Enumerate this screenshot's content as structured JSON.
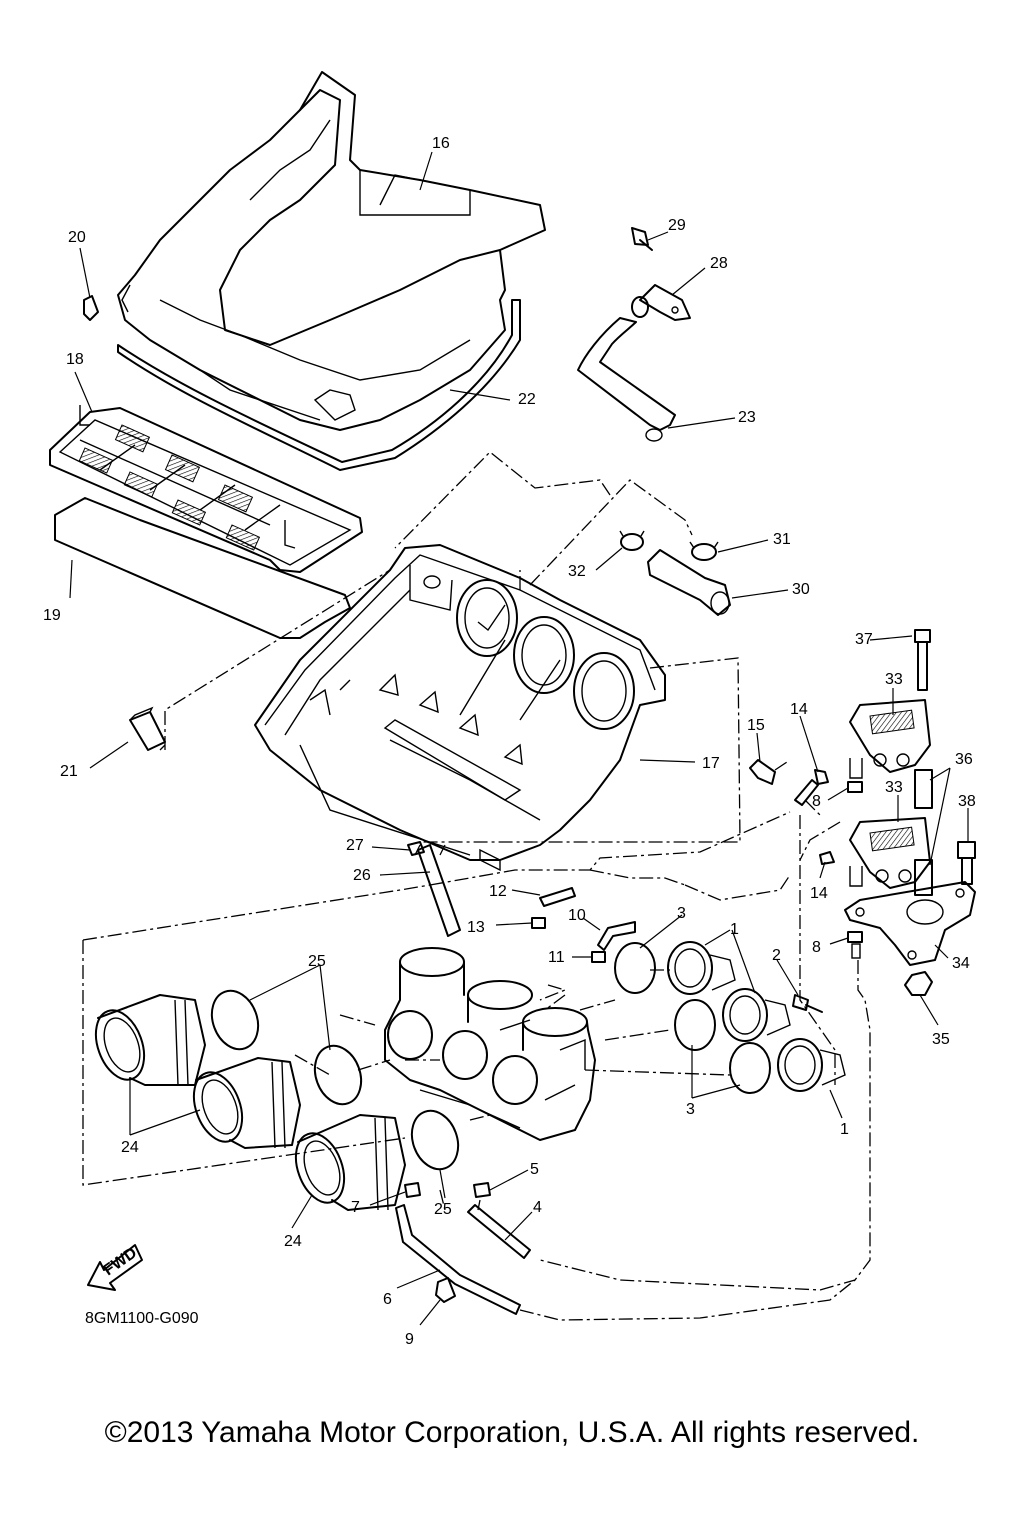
{
  "drawing_code": "8GM1100-G090",
  "fwd_badge": "FWD",
  "copyright": "©2013 Yamaha Motor Corporation, U.S.A. All rights reserved.",
  "callouts": {
    "c1a": "1",
    "c1b": "1",
    "c2": "2",
    "c3a": "3",
    "c3b": "3",
    "c4": "4",
    "c5": "5",
    "c6": "6",
    "c7": "7",
    "c8a": "8",
    "c8b": "8",
    "c9": "9",
    "c10": "10",
    "c11": "11",
    "c12": "12",
    "c13": "13",
    "c14a": "14",
    "c14b": "14",
    "c15": "15",
    "c16": "16",
    "c17": "17",
    "c18": "18",
    "c19": "19",
    "c20": "20",
    "c21": "21",
    "c22": "22",
    "c23": "23",
    "c24a": "24",
    "c24b": "24",
    "c25a": "25",
    "c25b": "25",
    "c26": "26",
    "c27": "27",
    "c28": "28",
    "c29": "29",
    "c30": "30",
    "c31": "31",
    "c32": "32",
    "c33a": "33",
    "c33b": "33",
    "c34": "34",
    "c35": "35",
    "c36": "36",
    "c37": "37",
    "c38": "38"
  }
}
